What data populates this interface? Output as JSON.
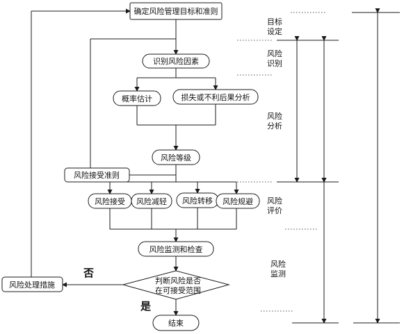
{
  "nodes": {
    "set_goals": "确定风险管理目标和准则",
    "identify": "识别风险因素",
    "probability": "概率估计",
    "loss_analysis": "损失或不利后果分析",
    "risk_level": "风险等级",
    "acceptance_criteria": "风险接受准则",
    "accept": "风险接受",
    "reduce": "风险减轻",
    "transfer": "风险转移",
    "avoid": "风险规避",
    "monitor": "风险监测和检查",
    "decision_line1": "判断风险是否",
    "decision_line2": "在可接受范围",
    "treatment": "风险处理措施",
    "end": "结束"
  },
  "branch_labels": {
    "no": "否",
    "yes": "是"
  },
  "stages": {
    "goal_setting": [
      "目标",
      "设定"
    ],
    "risk_identification": [
      "风险",
      "识别"
    ],
    "risk_analysis": [
      "风险",
      "分析"
    ],
    "risk_evaluation": [
      "风险",
      "评价"
    ],
    "risk_monitoring": [
      "风险",
      "监测"
    ]
  }
}
